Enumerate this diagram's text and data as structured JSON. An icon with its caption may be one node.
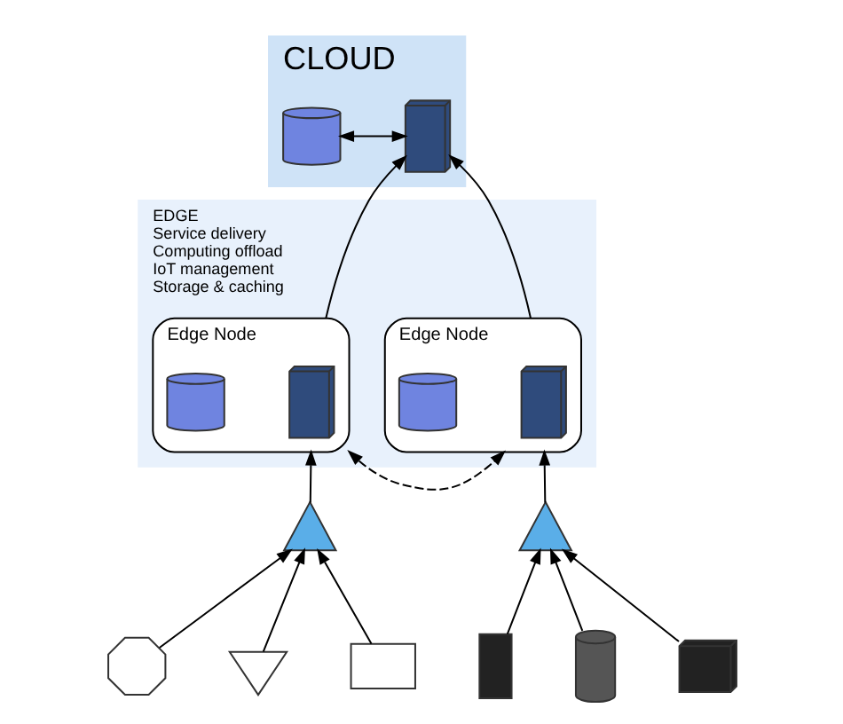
{
  "diagram": {
    "nodes": [
      {
        "text": [
          "CLOUD"
        ]
      },
      {
        "text": [],
        "shape": "server",
        "in": 0
      },
      {
        "text": [],
        "shape": "cylinder",
        "in": 0
      },
      {
        "text": [
          "EDGE",
          "Service delivery Computing offload IoT management Storage & caching"
        ]
      },
      {
        "text": [
          "Edge Node"
        ],
        "in": 3
      },
      {
        "text": [],
        "shape": "server",
        "in": 4
      },
      {
        "text": [],
        "shape": "cylinder",
        "in": 4
      },
      {
        "text": [
          "Edge Node"
        ],
        "in": 3
      },
      {
        "text": [],
        "shape": "server",
        "in": 7
      },
      {
        "text": [],
        "shape": "cylinder",
        "in": 7
      },
      {
        "text": [],
        "shape": "antenna"
      },
      {
        "text": [],
        "shape": "antenna"
      },
      {
        "text": [],
        "shape": "engine"
      },
      {
        "text": [],
        "shape": "turbine"
      },
      {
        "text": [],
        "shape": "machine"
      },
      {
        "text": [],
        "shape": "phone"
      },
      {
        "text": [],
        "shape": "speaker"
      },
      {
        "text": [],
        "shape": "printer"
      }
    ],
    "edges": [
      {
        "from": 1,
        "to": 2,
        "arrow": "both"
      },
      {
        "from": 4,
        "to": 1,
        "arrow": "to"
      },
      {
        "from": 7,
        "to": 1,
        "arrow": "to"
      },
      {
        "from": 4,
        "to": 7,
        "arrow": "both",
        "style": "dashed"
      },
      {
        "from": 10,
        "to": 4,
        "arrow": "to"
      },
      {
        "from": 11,
        "to": 7,
        "arrow": "to"
      },
      {
        "from": 12,
        "to": 10,
        "arrow": "to"
      },
      {
        "from": 13,
        "to": 10,
        "arrow": "to"
      },
      {
        "from": 14,
        "to": 10,
        "arrow": "to"
      },
      {
        "from": 15,
        "to": 11,
        "arrow": "to"
      },
      {
        "from": 16,
        "to": 11,
        "arrow": "to"
      },
      {
        "from": 17,
        "to": 11,
        "arrow": "to"
      }
    ]
  }
}
